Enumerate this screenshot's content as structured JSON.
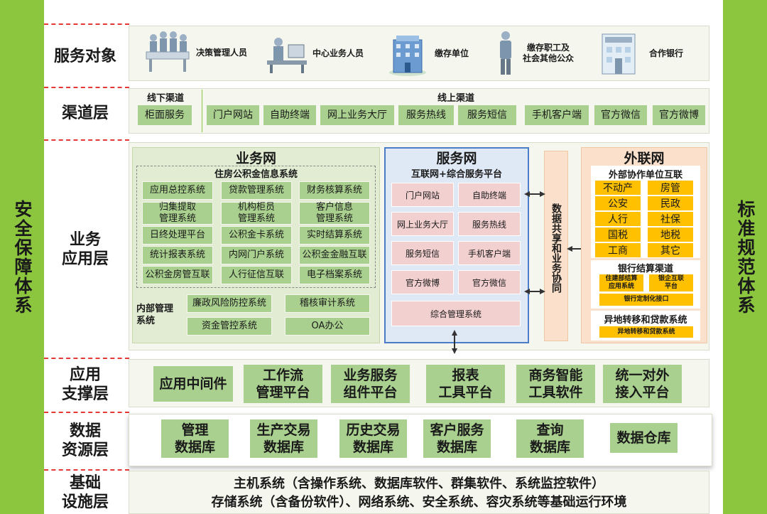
{
  "sidebars": {
    "left": "安全保障体系",
    "right": "标准规范体系"
  },
  "layers": {
    "service_target": "服务对象",
    "channel": "渠道层",
    "business_app": "业务\n应用层",
    "app_support": "应用\n支撑层",
    "data_resource": "数据\n资源层",
    "infrastructure": "基础\n设施层"
  },
  "service_targets": [
    "决策管理人员",
    "中心业务人员",
    "缴存单位",
    "缴存职工及\n社会其他公众",
    "合作银行"
  ],
  "channel": {
    "offline_title": "线下渠道",
    "offline_items": [
      "柜面服务"
    ],
    "online_title": "线上渠道",
    "online_items": [
      "门户网站",
      "自助终端",
      "网上业务大厅",
      "服务热线",
      "服务短信",
      "手机客户端",
      "官方微信",
      "官方微博"
    ]
  },
  "business_net": {
    "title": "业务网",
    "system_title": "住房公积金信息系统",
    "systems": [
      "应用总控系统",
      "贷款管理系统",
      "财务核算系统",
      "归集提取\n管理系统",
      "机构柜员\n管理系统",
      "客户信息\n管理系统",
      "日终处理平台",
      "公积金卡系统",
      "实时结算系统",
      "统计报表系统",
      "内网门户系统",
      "公积金金融互联",
      "公积金房管互联",
      "人行征信互联",
      "电子档案系统"
    ],
    "internal_title": "内部管理\n系统",
    "internal": [
      "廉政风险防控系统",
      "稽核审计系统",
      "资金管控系统",
      "OA办公"
    ]
  },
  "service_net": {
    "title": "服务网",
    "subtitle": "互联网+综合服务平台",
    "items": [
      "门户网站",
      "自助终端",
      "网上业务大厅",
      "服务热线",
      "服务短信",
      "手机客户端",
      "官方微博",
      "官方微信"
    ],
    "bottom": "综合管理系统"
  },
  "data_share": "数据共享和业务协同",
  "external_net": {
    "title": "外联网",
    "sub1": "外部协作单位互联",
    "units": [
      "不动产",
      "房管",
      "公安",
      "民政",
      "人行",
      "社保",
      "国税",
      "地税",
      "工商",
      "其它"
    ],
    "sub2": "银行结算渠道",
    "bank": [
      "住建部结算\n应用系统",
      "银企互联\n平台"
    ],
    "bank_bottom": "银行定制化接口",
    "sub3": "异地转移和贷款系统",
    "remote": "异地转移和贷款系统"
  },
  "app_support": [
    "应用中间件",
    "工作流\n管理平台",
    "业务服务\n组件平台",
    "报表\n工具平台",
    "商务智能\n工具软件",
    "统一对外\n接入平台"
  ],
  "data_resource": [
    "管理\n数据库",
    "生产交易\n数据库",
    "历史交易\n数据库",
    "客户服务\n数据库",
    "查询\n数据库",
    "数据仓库"
  ],
  "infrastructure": {
    "line1": "主机系统（含操作系统、数据库软件、群集软件、系统监控软件）",
    "line2": "存储系统（含备份软件）、网络系统、安全系统、容灾系统等基础运行环境"
  },
  "colors": {
    "green": "#8cc63f",
    "light_green": "#a9d08e",
    "blue": "#4a7cc7",
    "pink": "#f3d0d0",
    "orange": "#fbe1cc",
    "yellow": "#ffc000"
  }
}
